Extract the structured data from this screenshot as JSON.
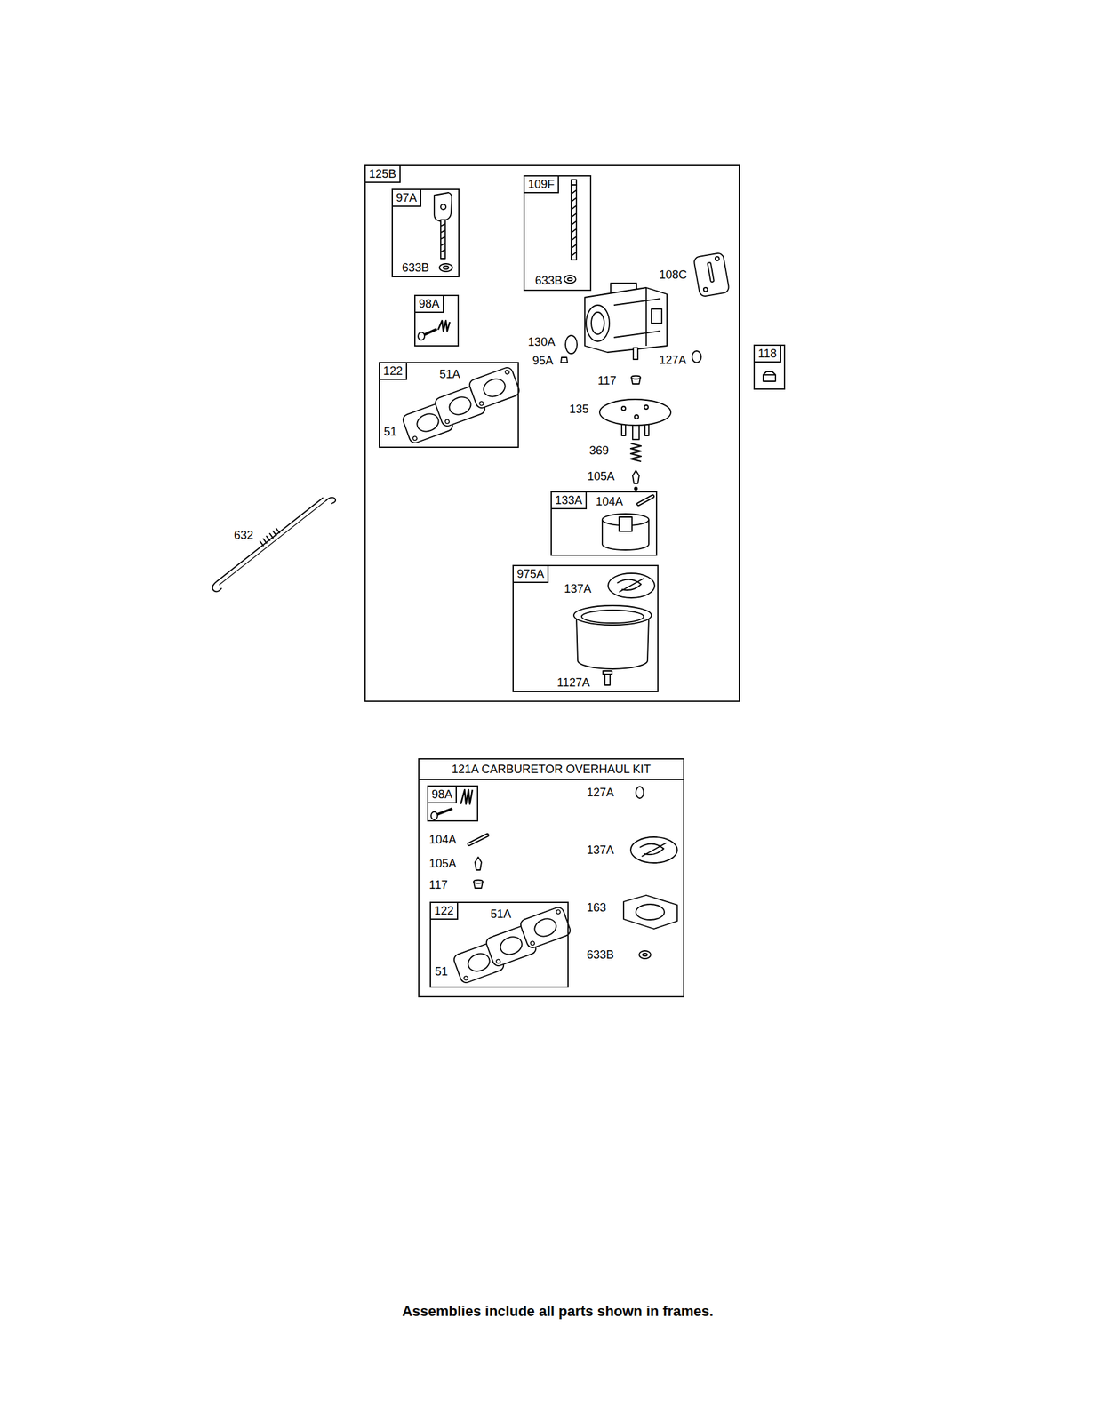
{
  "diagram": {
    "caption": "Assemblies include all parts shown in frames.",
    "nodes": [
      {
        "text": [
          "125B"
        ]
      },
      {
        "text": [
          "97A",
          "633B"
        ],
        "in": 0
      },
      {
        "text": [
          "109F",
          "633B"
        ],
        "in": 0
      },
      {
        "text": [
          "98A"
        ],
        "in": 0
      },
      {
        "text": [
          "122",
          "51A",
          "51"
        ],
        "in": 0
      },
      {
        "text": [
          "133A",
          "104A"
        ],
        "in": 0
      },
      {
        "text": [
          "975A",
          "137A",
          "1127A"
        ],
        "in": 0
      },
      {
        "text": [
          "118"
        ]
      },
      {
        "text": [
          "121A CARBURETOR OVERHAUL KIT"
        ]
      },
      {
        "text": [
          "98A"
        ],
        "in": 8
      },
      {
        "text": [
          "122",
          "51A",
          "51"
        ],
        "in": 8
      }
    ],
    "labels": [
      "108C",
      "130A",
      "95A",
      "127A",
      "117",
      "135",
      "369",
      "105A",
      "632",
      "127A",
      "104A",
      "137A",
      "105A",
      "117",
      "163",
      "633B"
    ]
  }
}
